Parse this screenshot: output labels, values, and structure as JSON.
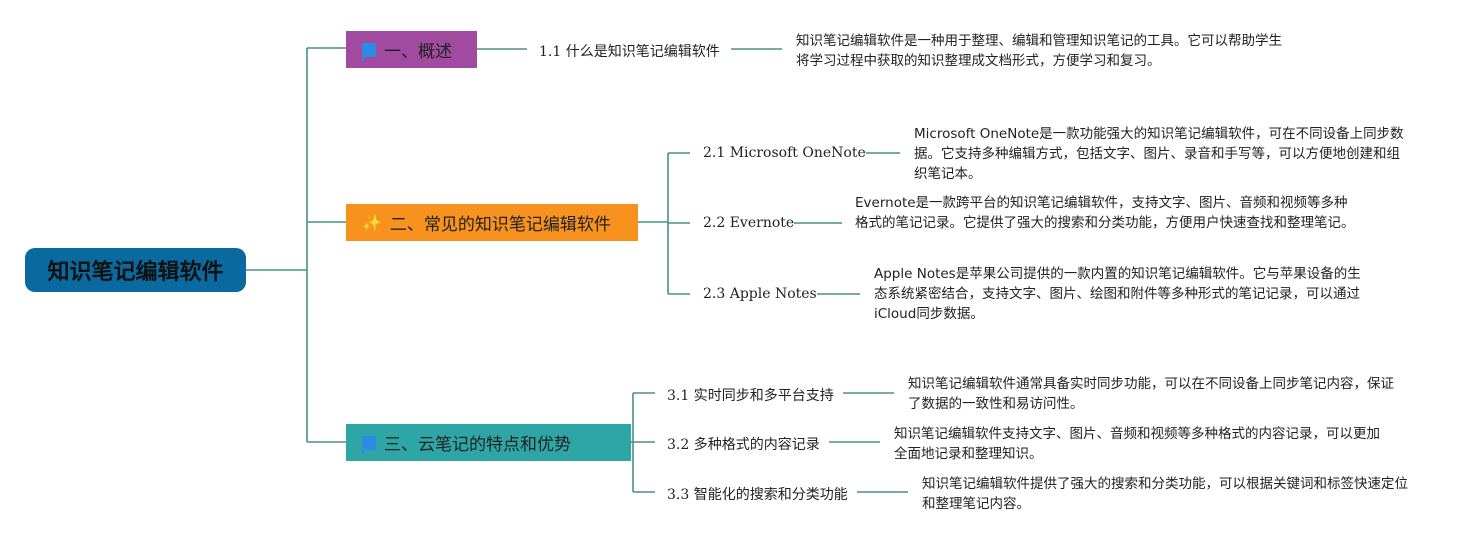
{
  "root": {
    "label": "知识笔记编辑软件"
  },
  "branches": [
    {
      "label": "一、概述",
      "icon": "flag-icon",
      "color": "#a04ba0",
      "items": [
        {
          "title": "1.1 什么是知识笔记编辑软件",
          "desc": "知识笔记编辑软件是一种用于整理、编辑和管理知识笔记的工具。它可以帮助学生将学习过程中获取的知识整理成文档形式，方便学习和复习。"
        }
      ]
    },
    {
      "label": "二、常见的知识笔记编辑软件",
      "icon": "sparkle-icon",
      "color": "#f7921e",
      "items": [
        {
          "title": "2.1 Microsoft OneNote",
          "desc": "Microsoft OneNote是一款功能强大的知识笔记编辑软件，可在不同设备上同步数据。它支持多种编辑方式，包括文字、图片、录音和手写等，可以方便地创建和组织笔记本。"
        },
        {
          "title": "2.2 Evernote",
          "desc": "Evernote是一款跨平台的知识笔记编辑软件，支持文字、图片、音频和视频等多种格式的笔记记录。它提供了强大的搜索和分类功能，方便用户快速查找和整理笔记。"
        },
        {
          "title": "2.3 Apple Notes",
          "desc": "Apple Notes是苹果公司提供的一款内置的知识笔记编辑软件。它与苹果设备的生态系统紧密结合，支持文字、图片、绘图和附件等多种形式的笔记记录，可以通过iCloud同步数据。"
        }
      ]
    },
    {
      "label": "三、云笔记的特点和优势",
      "icon": "flag-icon",
      "color": "#2ea6a6",
      "items": [
        {
          "title": "3.1 实时同步和多平台支持",
          "desc": "知识笔记编辑软件通常具备实时同步功能，可以在不同设备上同步笔记内容，保证了数据的一致性和易访问性。"
        },
        {
          "title": "3.2 多种格式的内容记录",
          "desc": "知识笔记编辑软件支持文字、图片、音频和视频等多种格式的内容记录，可以更加全面地记录和整理知识。"
        },
        {
          "title": "3.3 智能化的搜索和分类功能",
          "desc": "知识笔记编辑软件提供了强大的搜索和分类功能，可以根据关键词和标签快速定位和整理笔记内容。"
        }
      ]
    }
  ],
  "colors": {
    "root": "#0a6aa0",
    "connector": "#4a8f86"
  }
}
